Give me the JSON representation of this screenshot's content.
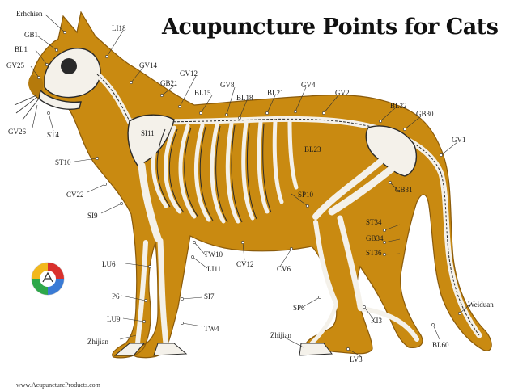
{
  "title": "Acupuncture Points for Cats",
  "footer": "www.AcupunctureProducts.com",
  "colors": {
    "body": "#c98a11",
    "outline": "#8a5a0a",
    "bone": "#f4f1ea",
    "bone_shadow": "#2a2a2a",
    "background": "#ffffff"
  },
  "logo": {
    "name": "acupuncture-products-logo"
  },
  "points": [
    {
      "id": "erhchien",
      "label": "Erhchien"
    },
    {
      "id": "gb1",
      "label": "GB1"
    },
    {
      "id": "bl1",
      "label": "BL1"
    },
    {
      "id": "gv25",
      "label": "GV25"
    },
    {
      "id": "gv26",
      "label": "GV26"
    },
    {
      "id": "st4",
      "label": "ST4"
    },
    {
      "id": "li18",
      "label": "LI18"
    },
    {
      "id": "gv14",
      "label": "GV14"
    },
    {
      "id": "gb21",
      "label": "GB21"
    },
    {
      "id": "gv12",
      "label": "GV12"
    },
    {
      "id": "bl15",
      "label": "BL15"
    },
    {
      "id": "gv8",
      "label": "GV8"
    },
    {
      "id": "bl18",
      "label": "BL18"
    },
    {
      "id": "bl21",
      "label": "BL21"
    },
    {
      "id": "gv4",
      "label": "GV4"
    },
    {
      "id": "gv2",
      "label": "GV2"
    },
    {
      "id": "bl32",
      "label": "BL32"
    },
    {
      "id": "gb30",
      "label": "GB30"
    },
    {
      "id": "gv1",
      "label": "GV1"
    },
    {
      "id": "si11",
      "label": "SI11"
    },
    {
      "id": "st10",
      "label": "ST10"
    },
    {
      "id": "bl23",
      "label": "BL23"
    },
    {
      "id": "cv22",
      "label": "CV22"
    },
    {
      "id": "si9",
      "label": "SI9"
    },
    {
      "id": "sp10",
      "label": "SP10"
    },
    {
      "id": "gb31",
      "label": "GB31"
    },
    {
      "id": "st34",
      "label": "ST34"
    },
    {
      "id": "gb34",
      "label": "GB34"
    },
    {
      "id": "st36",
      "label": "ST36"
    },
    {
      "id": "tw10",
      "label": "TW10"
    },
    {
      "id": "li11",
      "label": "LI11"
    },
    {
      "id": "cv12",
      "label": "CV12"
    },
    {
      "id": "cv6",
      "label": "CV6"
    },
    {
      "id": "lu6",
      "label": "LU6"
    },
    {
      "id": "p6",
      "label": "P6"
    },
    {
      "id": "si7",
      "label": "SI7"
    },
    {
      "id": "lu9",
      "label": "LU9"
    },
    {
      "id": "tw4",
      "label": "TW4"
    },
    {
      "id": "zhijian_front",
      "label": "Zhijian"
    },
    {
      "id": "zhijian_hind",
      "label": "Zhijian"
    },
    {
      "id": "sp6",
      "label": "SP6"
    },
    {
      "id": "ki3",
      "label": "KI3"
    },
    {
      "id": "lv3",
      "label": "LV3"
    },
    {
      "id": "bl60",
      "label": "BL60"
    },
    {
      "id": "weiduan",
      "label": "Weiduan"
    }
  ]
}
